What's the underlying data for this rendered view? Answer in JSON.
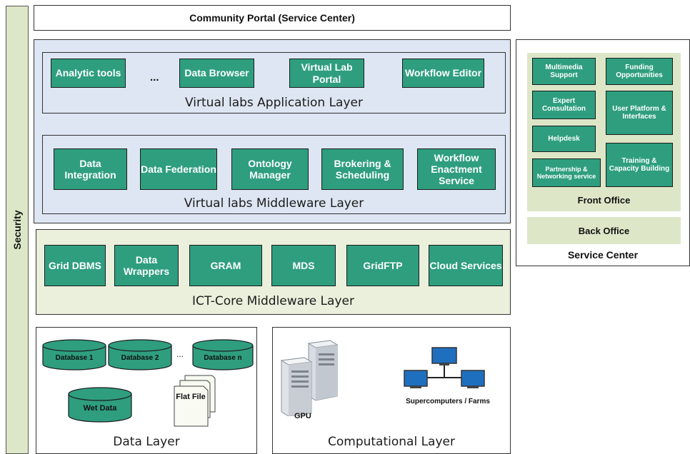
{
  "security_label": "Security",
  "community_portal": "Community Portal (Service Center)",
  "application_layer": {
    "label": "Virtual labs Application Layer",
    "boxes": [
      "Analytic tools",
      "Data Browser",
      "Virtual Lab Portal",
      "Workflow Editor"
    ],
    "ellipsis": "..."
  },
  "middleware_layer": {
    "label": "Virtual labs Middleware Layer",
    "boxes": [
      "Data Integration",
      "Data Federation",
      "Ontology Manager",
      "Brokering & Scheduling",
      "Workflow Enactment Service"
    ]
  },
  "ict_layer": {
    "label": "ICT-Core Middleware Layer",
    "boxes": [
      "Grid DBMS",
      "Data Wrappers",
      "GRAM",
      "MDS",
      "GridFTP",
      "Cloud Services"
    ]
  },
  "data_layer": {
    "label": "Data Layer",
    "databases": [
      "Database 1",
      "Database 2",
      "Database n"
    ],
    "ellipsis": "...",
    "wet_data": "Wet Data",
    "flat_file": "Flat File"
  },
  "computational_layer": {
    "label": "Computational Layer",
    "gpu": "GPU",
    "supercomputers": "Supercomputers / Farms"
  },
  "service_center": {
    "label": "Service Center",
    "front_office": "Front Office",
    "back_office": "Back Office",
    "boxes": [
      "Multimedia Support",
      "Funding Opportunities",
      "Expert Consultation",
      "User Platform & Interfaces",
      "Helpdesk",
      "Training & Capacity Building",
      "Partnership & Networking service"
    ]
  },
  "colors": {
    "box_green": "#2e9e7f",
    "layer_blue": "#dde6f2",
    "layer_lightgreen": "#eaf0dc",
    "security_green": "#dde7c8"
  }
}
